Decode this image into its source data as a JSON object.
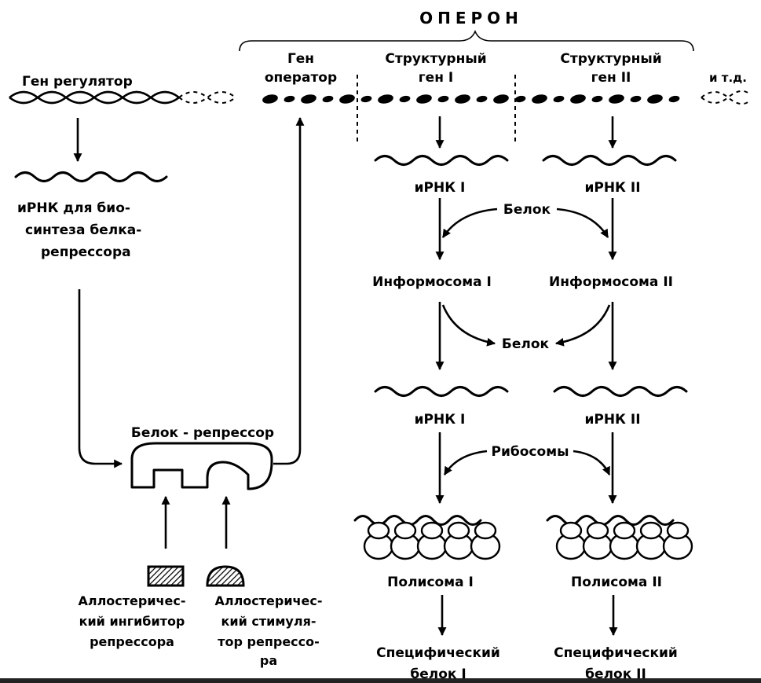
{
  "operon": {
    "title": "ОПЕРОН",
    "gene_regulator": "Ген регулятор",
    "gene_operator_l1": "Ген",
    "gene_operator_l2": "оператор",
    "structural_1_l1": "Структурный",
    "structural_1_l2": "ген  I",
    "structural_2_l1": "Структурный",
    "structural_2_l2": "ген  II",
    "etc": "и т.д."
  },
  "left_branch": {
    "mrna_l1": "иРНК для био-",
    "mrna_l2": "синтеза белка-",
    "mrna_l3": "репрессора",
    "repressor": "Белок - репрессор",
    "inhibitor_l1": "Аллостеричес-",
    "inhibitor_l2": "кий ингибитор",
    "inhibitor_l3": "репрессора",
    "stimulator_l1": "Аллостеричес-",
    "stimulator_l2": "кий стимуля-",
    "stimulator_l3": "тор репрессо-",
    "stimulator_l4": "ра"
  },
  "column_1": {
    "mrna_top": "иРНК  I",
    "informosome": "Информосома  I",
    "mrna_bottom": "иРНК  I",
    "polysome": "Полисома  I",
    "specific_l1": "Специфический",
    "specific_l2": "белок  I"
  },
  "column_2": {
    "mrna_top": "иРНК  II",
    "informosome": "Информосома  II",
    "mrna_bottom": "иРНК  II",
    "polysome": "Полисома  II",
    "specific_l1": "Специфический",
    "specific_l2": "белок  II"
  },
  "shared": {
    "protein_1": "Белок",
    "protein_2": "Белок",
    "ribosomes": "Рибосомы"
  }
}
